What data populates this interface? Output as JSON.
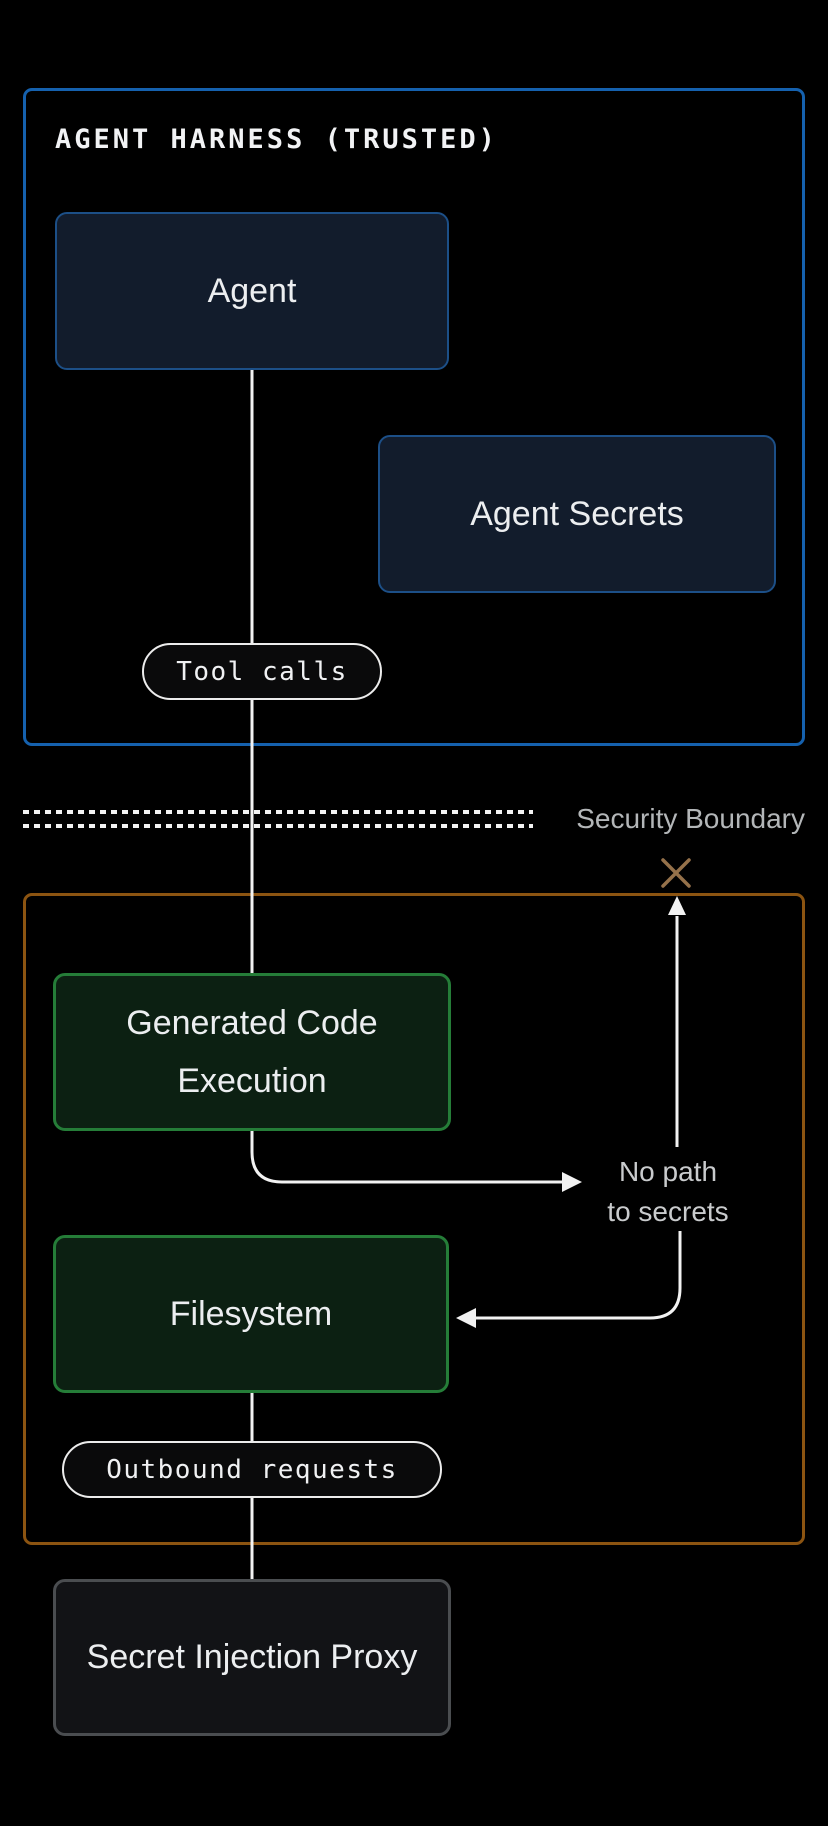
{
  "harness": {
    "title": "AGENT HARNESS (TRUSTED)",
    "agent": "Agent",
    "agent_secrets": "Agent Secrets"
  },
  "boundary": {
    "label": "Security Boundary"
  },
  "sandbox": {
    "generated_code_execution": "Generated Code Execution",
    "filesystem": "Filesystem"
  },
  "edge_labels": {
    "tool_calls": "Tool calls",
    "outbound_requests": "Outbound requests"
  },
  "annotations": {
    "no_path_line1": "No path",
    "no_path_line2": "to secrets"
  },
  "proxy": {
    "label": "Secret Injection Proxy"
  },
  "colors": {
    "background": "#000000",
    "harness_border": "#1561ae",
    "node_fill": "#121c2c",
    "node_border": "#1c4f87",
    "sandbox_border": "#8c5411",
    "execution_fill": "#0c2012",
    "execution_border": "#257d38",
    "proxy_fill": "#121316",
    "proxy_border": "#4a4d50",
    "wire": "#f2f2f2",
    "boundary_label": "#b3b6b8",
    "annotation_text": "#c9cbcd",
    "blocked_cross": "#95714a",
    "node_text": "#eceef0"
  }
}
